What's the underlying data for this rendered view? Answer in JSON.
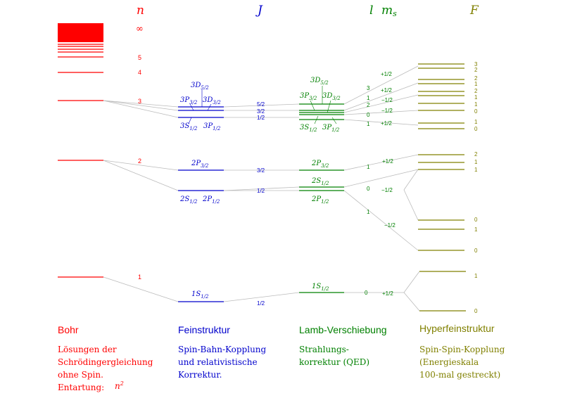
{
  "colors": {
    "bohr": "#ff0000",
    "fine": "#0000cc",
    "lamb": "#008000",
    "hyper": "#808000",
    "connector": "#bbbbbb"
  },
  "headers": {
    "n": "n",
    "J": "J",
    "l": "l",
    "ms": "m",
    "ms_sub": "s",
    "F": "F",
    "infinity": "∞"
  },
  "bohr_n_labels": [
    "5",
    "4",
    "3",
    "2",
    "1"
  ],
  "fine_labels": {
    "d52": {
      "base": "3D",
      "sub": "5/2"
    },
    "p32_3": {
      "base": "3P",
      "sub": "3/2"
    },
    "d32": {
      "base": "3D",
      "sub": "3/2"
    },
    "s12_3": {
      "base": "3S",
      "sub": "1/2"
    },
    "p12_3": {
      "base": "3P",
      "sub": "1/2"
    },
    "p32_2": {
      "base": "2P",
      "sub": "3/2"
    },
    "s12_2": {
      "base": "2S",
      "sub": "1/2"
    },
    "p12_2": {
      "base": "2P",
      "sub": "1/2"
    },
    "s12_1": {
      "base": "1S",
      "sub": "1/2"
    }
  },
  "j_labels": [
    "5/2",
    "3/2",
    "1/2",
    "3/2",
    "1/2",
    "1/2"
  ],
  "lamb_labels": {
    "d52": {
      "base": "3D",
      "sub": "5/2"
    },
    "p32_3": {
      "base": "3P",
      "sub": "3/2"
    },
    "d32": {
      "base": "3D",
      "sub": "3/2"
    },
    "s12_3": {
      "base": "3S",
      "sub": "1/2"
    },
    "p12_3": {
      "base": "3P",
      "sub": "1/2"
    },
    "p32_2": {
      "base": "2P",
      "sub": "3/2"
    },
    "s12_2": {
      "base": "2S",
      "sub": "1/2"
    },
    "p12_2": {
      "base": "2P",
      "sub": "1/2"
    },
    "s12_1": {
      "base": "1S",
      "sub": "1/2"
    }
  },
  "l_labels": [
    "3",
    "1",
    "2",
    "0",
    "1",
    "1",
    "0",
    "1",
    "0"
  ],
  "ms_labels": [
    "+1/2",
    "+1/2",
    "−1/2",
    "−1/2",
    "+1/2",
    "+1/2",
    "−1/2",
    "−1/2",
    "+1/2"
  ],
  "f_labels": [
    "3",
    "2",
    "2",
    "1",
    "2",
    "1",
    "1",
    "0",
    "1",
    "0",
    "2",
    "1",
    "1",
    "0",
    "1",
    "0",
    "1",
    "0"
  ],
  "columns": {
    "bohr": {
      "title": "Bohr",
      "desc": [
        "Lösungen der",
        "Schrödingergleichung",
        "ohne Spin.",
        "Entartung:"
      ],
      "degeneracy": "n",
      "degeneracy_exp": "2"
    },
    "fine": {
      "title": "Feinstruktur",
      "desc": [
        "Spin-Bahn-Kopplung",
        "und relativistische",
        "Korrektur."
      ]
    },
    "lamb": {
      "title": "Lamb-Verschiebung",
      "desc": [
        "Strahlungs-",
        "korrektur (QED)"
      ]
    },
    "hyper": {
      "title": "Hyperfeinstruktur",
      "desc": [
        "Spin-Spin-Kopplung",
        "(Energieskala",
        "100-mal gestreckt)"
      ]
    }
  }
}
